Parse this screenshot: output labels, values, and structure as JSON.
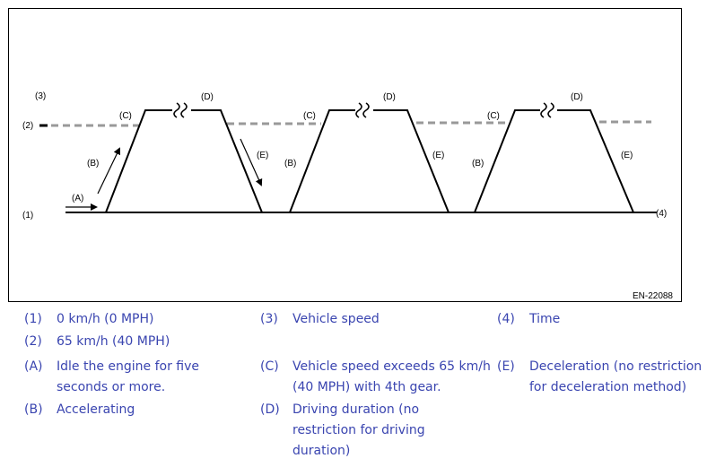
{
  "diagram": {
    "figure_code": "EN-22088",
    "axis_labels": {
      "y_top": "(3)",
      "y_speed": "(2)",
      "y_zero": "(1)",
      "x_end": "(4)"
    },
    "phase_labels": {
      "a": "(A)",
      "b": "(B)",
      "c": "(C)",
      "d": "(D)",
      "e": "(E)"
    },
    "colors": {
      "profile": "#000000",
      "threshold_line": "#999999",
      "legend_text": "#3a45b0"
    }
  },
  "legend": [
    {
      "key": "(1)",
      "text": "0 km/h (0 MPH)"
    },
    {
      "key": "(2)",
      "text": "65 km/h (40 MPH)"
    },
    {
      "key": "(3)",
      "text": "Vehicle speed"
    },
    {
      "key": "(4)",
      "text": "Time"
    },
    {
      "key": "(A)",
      "text": "Idle the engine for five seconds or more."
    },
    {
      "key": "(B)",
      "text": "Accelerating"
    },
    {
      "key": "(C)",
      "text": "Vehicle speed exceeds 65 km/h (40 MPH) with 4th gear."
    },
    {
      "key": "(D)",
      "text": "Driving duration (no restriction for driving duration)"
    },
    {
      "key": "(E)",
      "text": "Deceleration (no restriction for deceleration method)"
    }
  ]
}
